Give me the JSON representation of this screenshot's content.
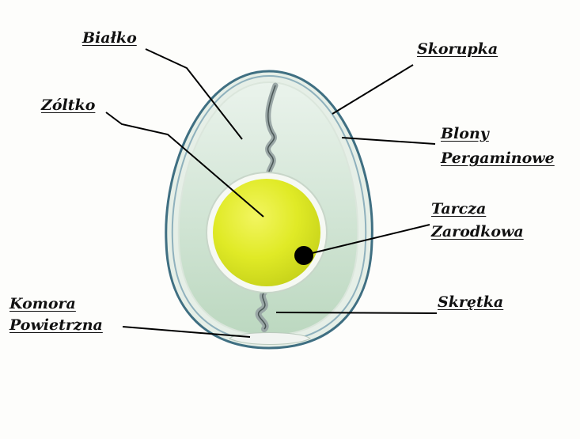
{
  "labels": {
    "bialko": "Białko",
    "skorupka": "Skorupka",
    "zoltko": "Zóltko",
    "blony_line1": "Blony",
    "blony_line2": "Pergaminowe",
    "tarcza_line1": "Tarcza",
    "tarcza_line2": "Zarodkowa",
    "skretka": "Skrętka",
    "komora_line1": "Komora",
    "komora_line2": "Powietrzna"
  },
  "colors": {
    "shell_outline": "#5a8a9a",
    "albumen": "#d3e6d6",
    "yolk": "#e2ec2a",
    "germinal_disc": "#000000",
    "leader_lines": "#000000"
  }
}
